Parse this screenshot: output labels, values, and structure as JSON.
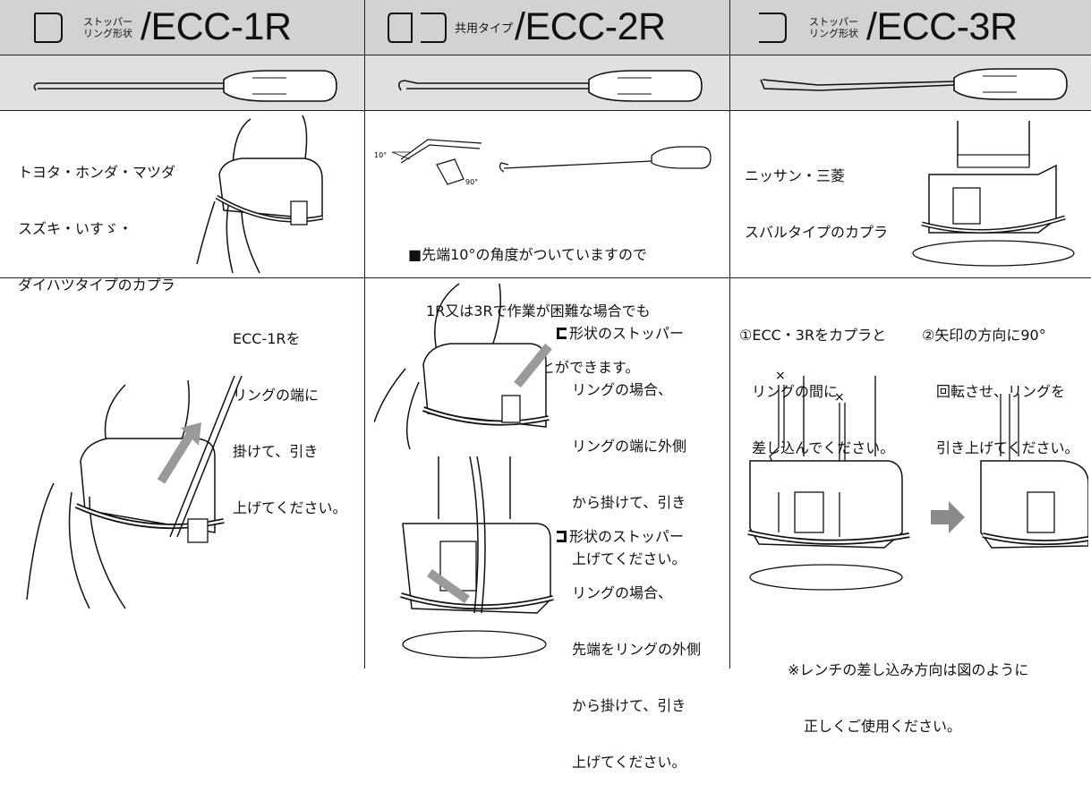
{
  "col1": {
    "header_sub_line1": "ストッパー",
    "header_sub_line2": "リング形状",
    "model": "/ECC-1R",
    "compat": [
      "トヨタ・ホンダ・マツダ",
      "スズキ・いすゞ・",
      "ダイハツタイプのカプラ"
    ],
    "instructions": [
      "ECC-1Rを",
      "リングの端に",
      "掛けて、引き",
      "上げてください。"
    ]
  },
  "col2": {
    "header_sub": "共用タイプ",
    "model": "/ECC-2R",
    "angle_labels": [
      "10°",
      "90°"
    ],
    "note": [
      "■先端10°の角度がついていますので",
      "1R又は3Rで作業が困難な場合でも",
      "容易に取り外すことができます。"
    ],
    "instructions_a": [
      "形状のストッパー",
      "リングの場合、",
      "リングの端に外側",
      "から掛けて、引き",
      "上げてください。"
    ],
    "instructions_b": [
      "形状のストッパー",
      "リングの場合、",
      "先端をリングの外側",
      "から掛けて、引き",
      "上げてください。"
    ]
  },
  "col3": {
    "header_sub_line1": "ストッパー",
    "header_sub_line2": "リング形状",
    "model": "/ECC-3R",
    "compat": [
      "ニッサン・三菱",
      "スバルタイプのカプラ"
    ],
    "step1": [
      "①ECC・3Rをカプラと",
      "リングの間に",
      "差し込んでください。"
    ],
    "step2": [
      "②矢印の方向に90°",
      "回転させ、リングを",
      "引き上げてください。"
    ],
    "marks": [
      "×",
      "×"
    ],
    "footnote": [
      "※レンチの差し込み方向は図のように",
      "正しくご使用ください。"
    ]
  }
}
